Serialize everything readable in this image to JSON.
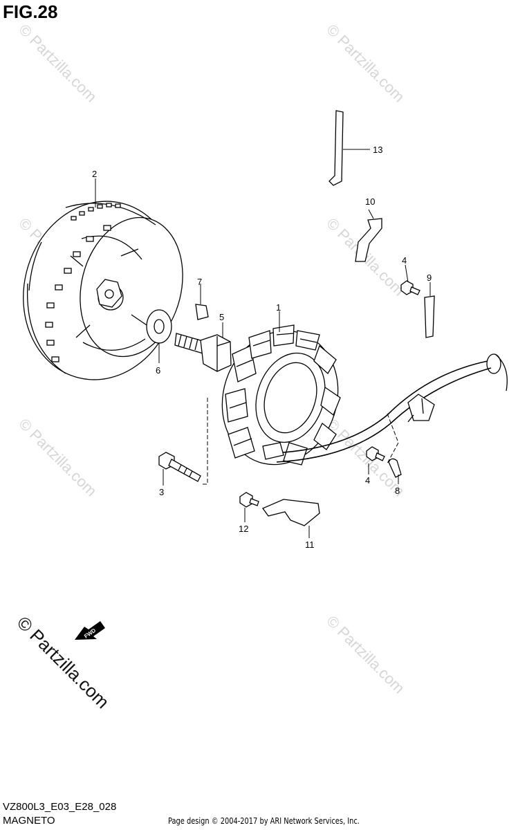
{
  "figure": {
    "title": "FIG.28",
    "model_code": "VZ800L3_E03_E28_028",
    "section_name": "MAGNETO",
    "footer": "Page design © 2004-2017 by ARI Network Services, Inc."
  },
  "watermark": {
    "text": "© Partzilla.com",
    "brand_text": "© Partzilla.com"
  },
  "fwd_label": "FWD",
  "callouts": [
    {
      "num": "1",
      "part": "stator"
    },
    {
      "num": "2",
      "part": "rotor"
    },
    {
      "num": "3",
      "part": "stator-bolt"
    },
    {
      "num": "4",
      "part": "bolt"
    },
    {
      "num": "4",
      "part": "bolt"
    },
    {
      "num": "5",
      "part": "rotor-bolt"
    },
    {
      "num": "6",
      "part": "washer"
    },
    {
      "num": "7",
      "part": "key"
    },
    {
      "num": "8",
      "part": "clamp"
    },
    {
      "num": "9",
      "part": "clamp"
    },
    {
      "num": "10",
      "part": "clamp"
    },
    {
      "num": "11",
      "part": "plate"
    },
    {
      "num": "12",
      "part": "bolt"
    },
    {
      "num": "13",
      "part": "clamp"
    }
  ],
  "colors": {
    "line": "#000000",
    "watermark": "#d6d6d6"
  }
}
